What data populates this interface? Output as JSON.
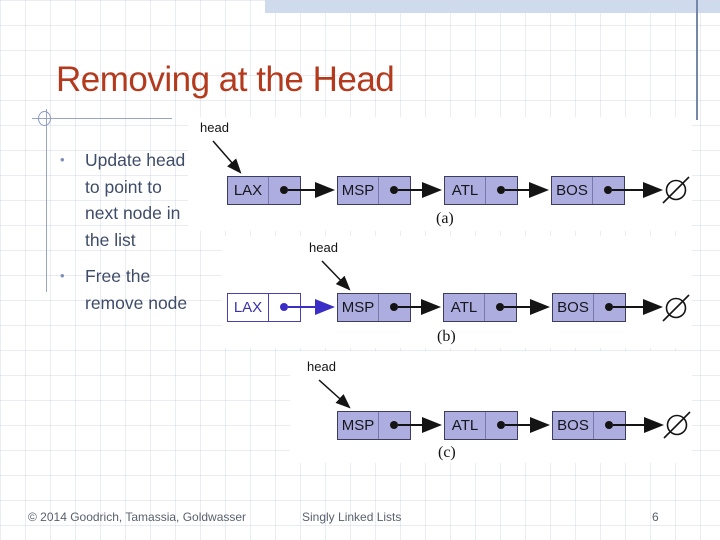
{
  "slide": {
    "title": "Removing at the Head",
    "bullets": [
      {
        "lines": [
          "Update head",
          "to point to",
          "next node in",
          "the list"
        ],
        "marker": "•"
      },
      {
        "lines": [
          "Free the",
          "remove node"
        ],
        "marker": "•"
      }
    ],
    "footer": {
      "copyright": "© 2014 Goodrich, Tamassia, Goldwasser",
      "center": "Singly Linked Lists",
      "page_number": "6"
    }
  },
  "diagram": {
    "head_label": "head",
    "null_symbol": "∅",
    "rows": [
      {
        "caption": "(a)",
        "nodes": [
          "LAX",
          "MSP",
          "ATL",
          "BOS"
        ]
      },
      {
        "caption": "(b)",
        "nodes": [
          "LAX",
          "MSP",
          "ATL",
          "BOS"
        ],
        "removed_node": "LAX"
      },
      {
        "caption": "(c)",
        "nodes": [
          "MSP",
          "ATL",
          "BOS"
        ]
      }
    ],
    "colors": {
      "node_fill": "#adaddf",
      "node_border": "#3d3d5f",
      "removed_outline": "#4b3fb4",
      "blue_arrow": "#3a2ec6",
      "black_arrow": "#141414",
      "title_red": "#b43a1d",
      "top_band_blue": "#cfdbec"
    }
  }
}
